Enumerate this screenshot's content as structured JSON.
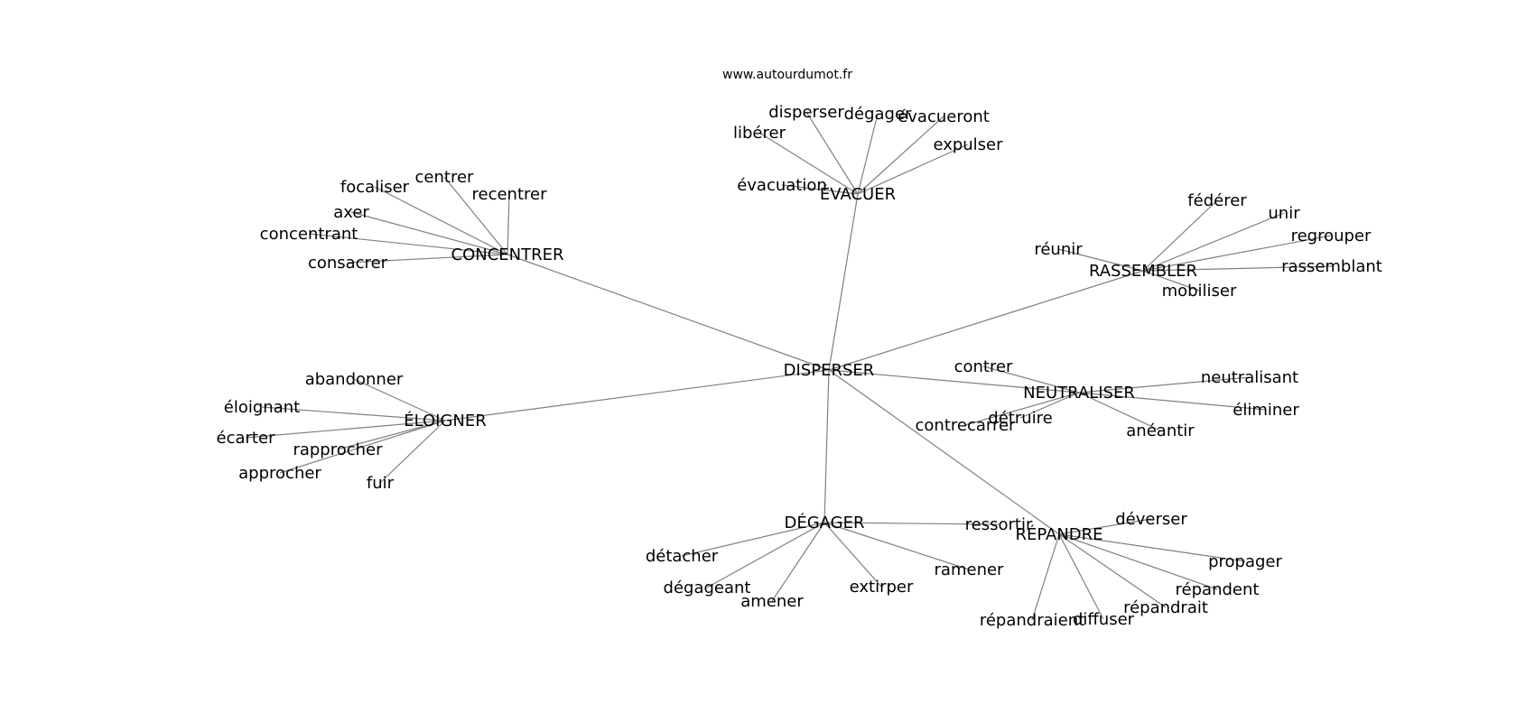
{
  "source": "www.autourdumot.fr",
  "center": "DISPERSER",
  "clusters": [
    {
      "hub": "CONCENTRER",
      "words": [
        "focaliser",
        "centrer",
        "recentrer",
        "axer",
        "concentrant",
        "consacrer"
      ]
    },
    {
      "hub": "ÉVACUER",
      "words": [
        "disperser",
        "dégager",
        "évacueront",
        "libérer",
        "expulser",
        "évacuation"
      ]
    },
    {
      "hub": "RASSEMBLER",
      "words": [
        "fédérer",
        "unir",
        "regrouper",
        "réunir",
        "rassemblant",
        "mobiliser"
      ]
    },
    {
      "hub": "NEUTRALISER",
      "words": [
        "contrer",
        "neutralisant",
        "éliminer",
        "détruire",
        "contrecarrer",
        "anéantir"
      ]
    },
    {
      "hub": "ÉLOIGNER",
      "words": [
        "abandonner",
        "éloignant",
        "écarter",
        "rapprocher",
        "approcher",
        "fuir"
      ]
    },
    {
      "hub": "DÉGAGER",
      "words": [
        "détacher",
        "dégageant",
        "amener",
        "extirper",
        "ramener",
        "ressortir"
      ]
    },
    {
      "hub": "RÉPANDRE",
      "words": [
        "déverser",
        "propager",
        "répandent",
        "répandrait",
        "diffuser",
        "répandraient"
      ]
    }
  ]
}
